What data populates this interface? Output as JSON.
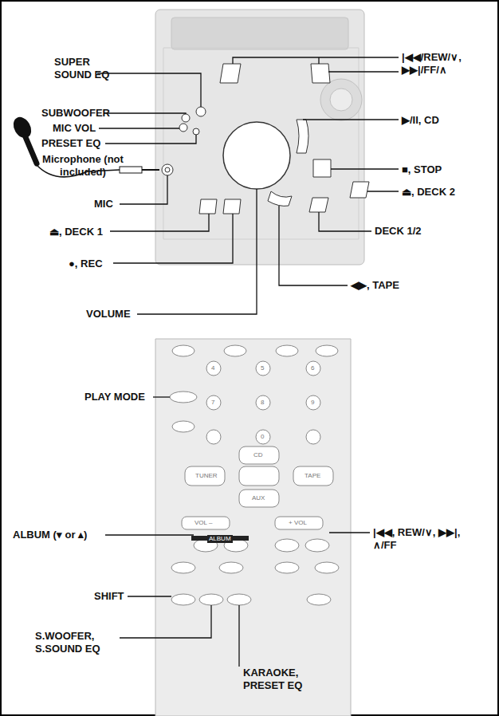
{
  "diagram": {
    "labels": [
      "SUPER SOUND EQ",
      "SUBWOOFER",
      "MIC VOL",
      "PRESET EQ",
      "Microphone (not included)",
      "MIC",
      "⏏, DECK 1",
      "●, REC",
      "VOLUME",
      "|◀◀/REW/∨, ▶▶|/FF/∧",
      "▶/II, CD",
      "■, STOP",
      "⏏, DECK 2",
      "DECK 1/2",
      "◀▶, TAPE",
      "PLAY MODE",
      "ALBUM (▾ or ▴)",
      "|◀◀, REW/∨, ▶▶|, ∧/FF",
      "SHIFT",
      "S.WOOFER, S.SOUND EQ",
      "KARAOKE, PRESET EQ",
      "4",
      "5",
      "6",
      "7",
      "8",
      "9",
      "0",
      "CD",
      "TUNER",
      "TAPE",
      "AUX",
      "VOL –",
      "+ VOL",
      "ALBUM"
    ]
  }
}
